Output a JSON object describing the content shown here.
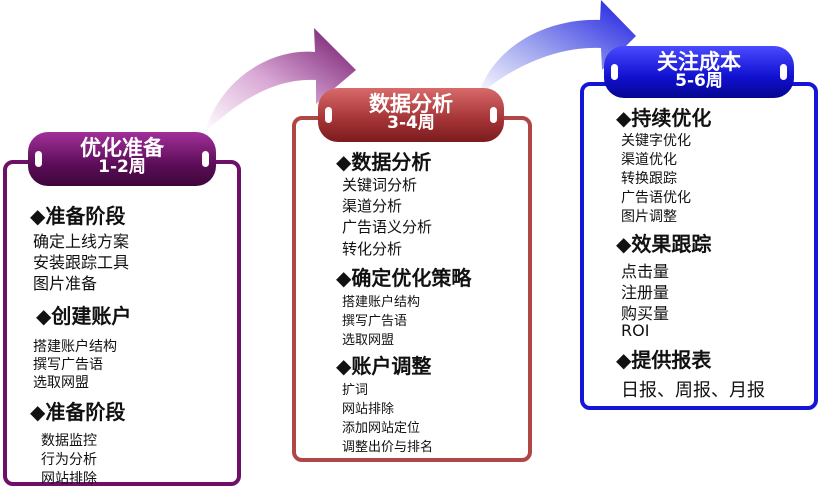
{
  "stages": [
    {
      "title": "优化准备",
      "period": "1-2周",
      "color": "#6e1068",
      "sections": [
        {
          "heading": "◆准备阶段",
          "items": [
            "确定上线方案",
            "安装跟踪工具",
            "图片准备"
          ]
        },
        {
          "heading": "◆创建账户",
          "items": [
            "搭建账户结构",
            "撰写广告语",
            "选取网盟"
          ]
        },
        {
          "heading": "◆准备阶段",
          "items": [
            "数据监控",
            "行为分析",
            "网站排除"
          ]
        }
      ]
    },
    {
      "title": "数据分析",
      "period": "3-4周",
      "color": "#a83a3c",
      "sections": [
        {
          "heading": "◆数据分析",
          "items": [
            "关键词分析",
            "渠道分析",
            "广告语义分析",
            "转化分析"
          ]
        },
        {
          "heading": "◆确定优化策略",
          "items": [
            "搭建账户结构",
            "撰写广告语",
            "选取网盟"
          ]
        },
        {
          "heading": "◆账户调整",
          "items": [
            "扩词",
            "网站排除",
            "添加网站定位",
            "调整出价与排名"
          ]
        }
      ]
    },
    {
      "title": "关注成本",
      "period": "5-6周",
      "color": "#1010cc",
      "sections": [
        {
          "heading": "◆持续优化",
          "items": [
            "关键字优化",
            "渠道优化",
            "转换跟踪",
            "广告语优化",
            "图片调整"
          ]
        },
        {
          "heading": "◆效果跟踪",
          "items": [
            "点击量",
            "注册量",
            "购买量",
            "ROI"
          ]
        },
        {
          "heading": "◆提供报表",
          "items": [
            "日报、周报、月报"
          ]
        }
      ]
    }
  ]
}
